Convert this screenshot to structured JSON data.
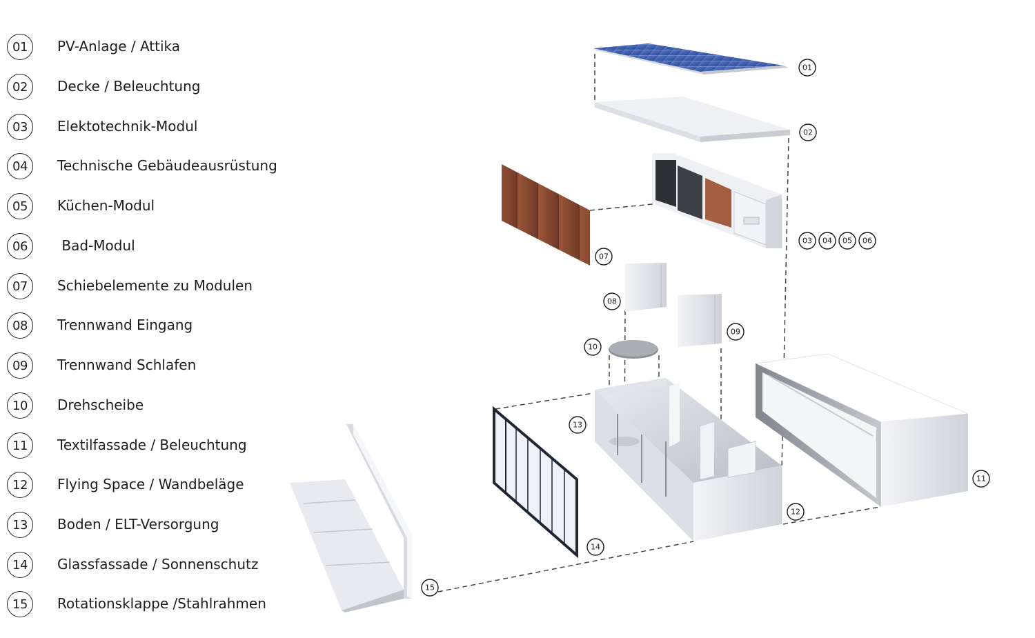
{
  "legend": [
    {
      "num": "01",
      "label": "PV-Anlage / Attika"
    },
    {
      "num": "02",
      "label": "Decke / Beleuchtung"
    },
    {
      "num": "03",
      "label": "Elektotechnik-Modul"
    },
    {
      "num": "04",
      "label": "Technische Gebäudeausrüstung"
    },
    {
      "num": "05",
      "label": "Küchen-Modul"
    },
    {
      "num": "06",
      "label": " Bad-Modul"
    },
    {
      "num": "07",
      "label": "Schiebelemente zu Modulen"
    },
    {
      "num": "08",
      "label": "Trennwand Eingang"
    },
    {
      "num": "09",
      "label": "Trennwand Schlafen"
    },
    {
      "num": "10",
      "label": "Drehscheibe"
    },
    {
      "num": "11",
      "label": "Textilfassade / Beleuchtung"
    },
    {
      "num": "12",
      "label": "Flying Space / Wandbeläge"
    },
    {
      "num": "13",
      "label": "Boden / ELT-Versorgung"
    },
    {
      "num": "14",
      "label": "Glassfassade / Sonnenschutz"
    },
    {
      "num": "15",
      "label": "Rotationsklappe /Stahlrahmen"
    }
  ],
  "callouts": [
    "01",
    "02",
    "03",
    "04",
    "05",
    "06",
    "07",
    "08",
    "09",
    "10",
    "11",
    "12",
    "13",
    "14",
    "15"
  ],
  "colors": {
    "pv_panel": "#3a5fb0",
    "wood": "#8a4a33",
    "module_white": "#eef0f4",
    "shadow_grey": "#b9bdc6"
  }
}
